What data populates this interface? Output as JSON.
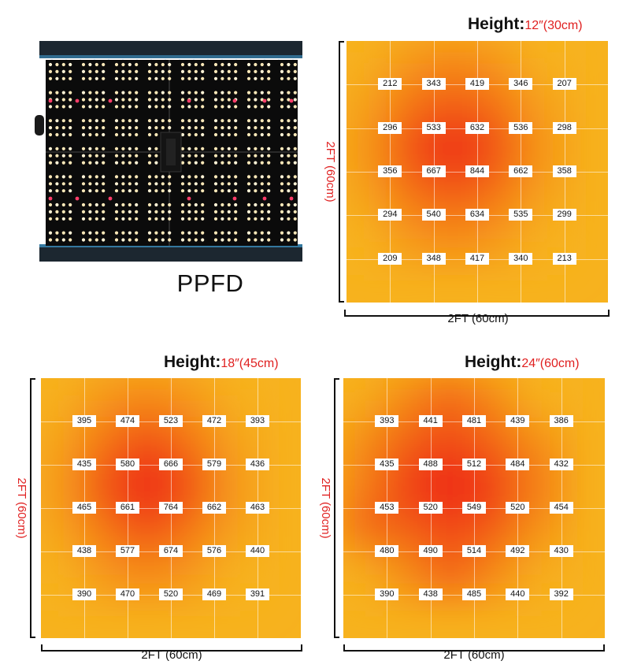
{
  "panel": {
    "label": "PPFD"
  },
  "charts": [
    {
      "height_label": "Height",
      "height_colon": ":",
      "height_value": "12″(30cm)",
      "x_dim": "2FT (60cm)",
      "y_dim": "2FT (60cm)",
      "values": [
        [
          "212",
          "343",
          "419",
          "346",
          "207"
        ],
        [
          "296",
          "533",
          "632",
          "536",
          "298"
        ],
        [
          "356",
          "667",
          "844",
          "662",
          "358"
        ],
        [
          "294",
          "540",
          "634",
          "535",
          "299"
        ],
        [
          "209",
          "348",
          "417",
          "340",
          "213"
        ]
      ]
    },
    {
      "height_label": "Height",
      "height_colon": ":",
      "height_value": "18″(45cm)",
      "x_dim": "2FT (60cm)",
      "y_dim": "2FT (60cm)",
      "values": [
        [
          "395",
          "474",
          "523",
          "472",
          "393"
        ],
        [
          "435",
          "580",
          "666",
          "579",
          "436"
        ],
        [
          "465",
          "661",
          "764",
          "662",
          "463"
        ],
        [
          "438",
          "577",
          "674",
          "576",
          "440"
        ],
        [
          "390",
          "470",
          "520",
          "469",
          "391"
        ]
      ]
    },
    {
      "height_label": "Height",
      "height_colon": ":",
      "height_value": "24″(60cm)",
      "x_dim": "2FT (60cm)",
      "y_dim": "2FT (60cm)",
      "values": [
        [
          "393",
          "441",
          "481",
          "439",
          "386"
        ],
        [
          "435",
          "488",
          "512",
          "484",
          "432"
        ],
        [
          "453",
          "520",
          "549",
          "520",
          "454"
        ],
        [
          "480",
          "490",
          "514",
          "492",
          "430"
        ],
        [
          "390",
          "438",
          "485",
          "440",
          "392"
        ]
      ]
    }
  ],
  "chart_data": [
    {
      "type": "heatmap",
      "title": "Height:12″(30cm)",
      "xlabel": "2FT (60cm)",
      "ylabel": "2FT (60cm)",
      "values": [
        [
          212,
          343,
          419,
          346,
          207
        ],
        [
          296,
          533,
          632,
          536,
          298
        ],
        [
          356,
          667,
          844,
          662,
          358
        ],
        [
          294,
          540,
          634,
          535,
          299
        ],
        [
          209,
          348,
          417,
          340,
          213
        ]
      ]
    },
    {
      "type": "heatmap",
      "title": "Height:18″(45cm)",
      "xlabel": "2FT (60cm)",
      "ylabel": "2FT (60cm)",
      "values": [
        [
          395,
          474,
          523,
          472,
          393
        ],
        [
          435,
          580,
          666,
          579,
          436
        ],
        [
          465,
          661,
          764,
          662,
          463
        ],
        [
          438,
          577,
          674,
          576,
          440
        ],
        [
          390,
          470,
          520,
          469,
          391
        ]
      ]
    },
    {
      "type": "heatmap",
      "title": "Height:24″(60cm)",
      "xlabel": "2FT (60cm)",
      "ylabel": "2FT (60cm)",
      "values": [
        [
          393,
          441,
          481,
          439,
          386
        ],
        [
          435,
          488,
          512,
          484,
          432
        ],
        [
          453,
          520,
          549,
          520,
          454
        ],
        [
          480,
          490,
          514,
          492,
          430
        ],
        [
          390,
          438,
          485,
          440,
          392
        ]
      ]
    }
  ],
  "colors": {
    "heat_outer": "#f7b21e",
    "heat_mid": "#f47414",
    "heat_center": "#ee1f12",
    "accent_red": "#e02020",
    "panel_frame": "#1c2730",
    "panel_edge_blue": "#3f9bcf"
  }
}
